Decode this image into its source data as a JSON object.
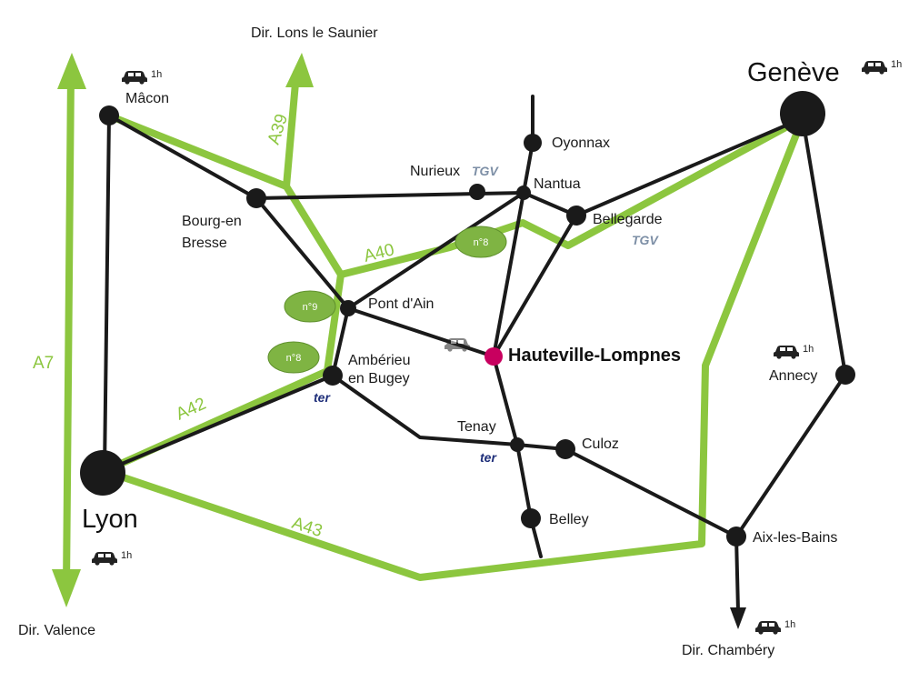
{
  "colors": {
    "motorway": "#8cc63f",
    "road": "#1a1a1a",
    "city": "#1a1a1a",
    "destination": "#c8005f",
    "exit_badge": "#7fb443",
    "tgv": "#7d8fa6",
    "ter": "#1f2f7a"
  },
  "cities": {
    "macon": "Mâcon",
    "bourg_line1": "Bourg-en",
    "bourg_line2": "Bresse",
    "pont_dain": "Pont d'Ain",
    "amberieu_line1": "Ambérieu",
    "amberieu_line2": "en Bugey",
    "oyonnax": "Oyonnax",
    "nurieux": "Nurieux",
    "nantua": "Nantua",
    "bellegarde": "Bellegarde",
    "geneve": "Genève",
    "lyon": "Lyon",
    "hauteville": "Hauteville-Lompnes",
    "tenay": "Tenay",
    "culoz": "Culoz",
    "belley": "Belley",
    "annecy": "Annecy",
    "aix": "Aix-les-Bains"
  },
  "directions": {
    "lons": "Dir. Lons le Saunier",
    "valence": "Dir. Valence",
    "chambery": "Dir. Chambéry"
  },
  "motorways": {
    "a7": "A7",
    "a39": "A39",
    "a40": "A40",
    "a42": "A42",
    "a43": "A43"
  },
  "exits": {
    "exit_a40": "n°8",
    "exit_a42_pont": "n°9",
    "exit_a42_amb": "n°8"
  },
  "times": {
    "macon": "1h",
    "geneve": "1h",
    "lyon": "1h",
    "annecy": "1h",
    "chambery": "1h"
  },
  "rail": {
    "tgv_nurieux": "TGV",
    "tgv_bellegarde": "TGV",
    "ter_amberieu": "ter",
    "ter_tenay": "ter"
  },
  "icons": {
    "car": "car-icon",
    "city_dot": "city-dot-icon",
    "arrow": "arrow-icon"
  }
}
